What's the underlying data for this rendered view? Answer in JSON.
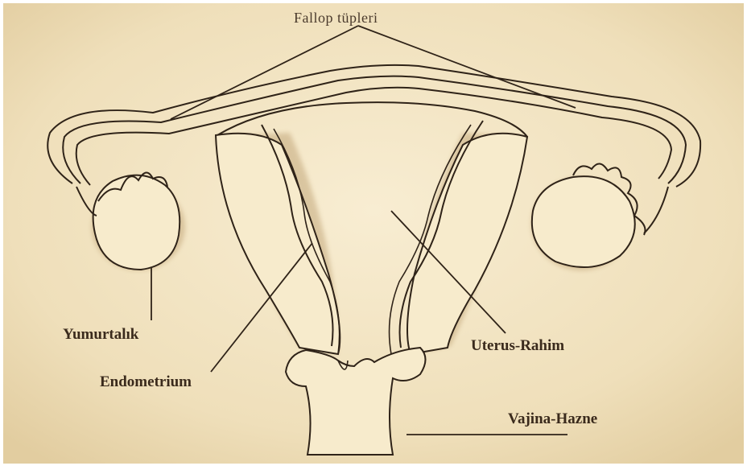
{
  "labels": {
    "fallop": "Fallop tüpleri",
    "yumurtalik": "Yumurtalık",
    "endometrium": "Endometrium",
    "uterus": "Uterus-Rahim",
    "vajina": "Vajina-Hazne"
  },
  "colors": {
    "paper": "#f1e3c2",
    "tissue": "#f7ebcc",
    "outline": "#2f2318",
    "shadow": "#b89a6a",
    "text": "#3a2a1c"
  }
}
